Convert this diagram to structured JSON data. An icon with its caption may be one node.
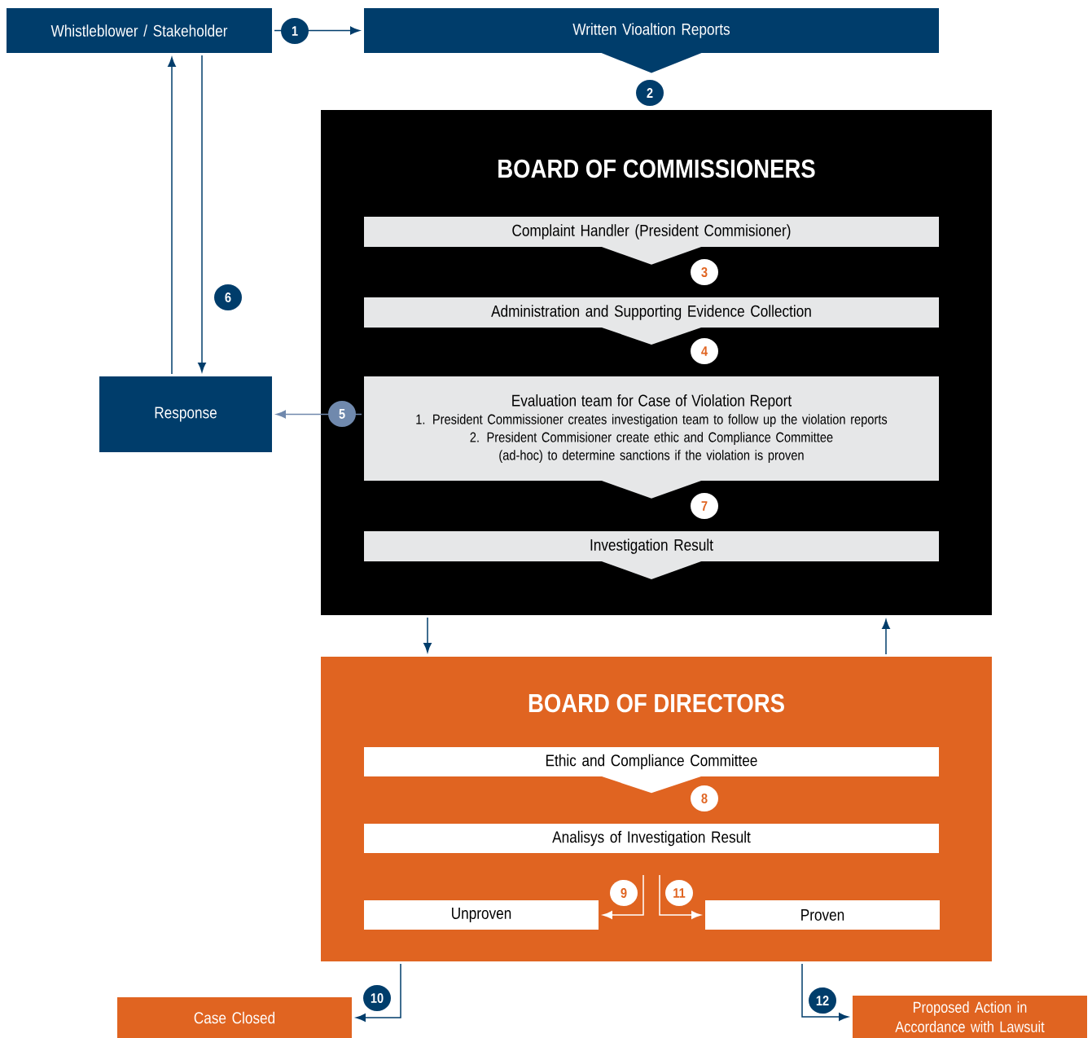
{
  "diagram": {
    "nodes": [
      {
        "text": [
          "Whistleblower / Stakeholder"
        ]
      },
      {
        "text": [
          "Written Vioaltion Reports"
        ]
      },
      {
        "text": [
          "BOARD OF COMMISSIONERS"
        ]
      },
      {
        "text": [
          "Complaint Handler (President Commisioner)"
        ],
        "in": 2
      },
      {
        "text": [
          "Administration and Supporting Evidence Collection"
        ],
        "in": 2
      },
      {
        "text": [
          "Evaluation team for Case of Violation Report",
          "1. President Commissioner creates investigation team to follow up the violation reports",
          "2. President Commisioner create ethic and Compliance Committee (ad-hoc) to determine sanctions if the violation is proven"
        ],
        "in": 2
      },
      {
        "text": [
          "Investigation Result"
        ],
        "in": 2
      },
      {
        "text": [
          "Response"
        ]
      },
      {
        "text": [
          "BOARD OF DIRECTORS"
        ]
      },
      {
        "text": [
          "Ethic and Compliance Committee"
        ],
        "in": 8
      },
      {
        "text": [
          "Analisys of Investigation Result"
        ],
        "in": 8
      },
      {
        "text": [
          "Unproven"
        ],
        "in": 8
      },
      {
        "text": [
          "Proven"
        ],
        "in": 8
      },
      {
        "text": [
          "Case Closed"
        ]
      },
      {
        "text": [
          "Proposed Action in Accordance with Lawsuit"
        ]
      }
    ],
    "edges": [
      {
        "from": 0,
        "to": 1,
        "arrow": "to",
        "label": "1"
      },
      {
        "from": 1,
        "to": 2,
        "arrow": "to",
        "label": "2"
      },
      {
        "from": 3,
        "to": 4,
        "arrow": "to",
        "label": "3",
        "color": "#e6e7e8"
      },
      {
        "from": 4,
        "to": 5,
        "arrow": "to",
        "label": "4",
        "color": "#e6e7e8"
      },
      {
        "from": 5,
        "to": 7,
        "arrow": "to",
        "label": "5",
        "color": "#7089ad"
      },
      {
        "from": 7,
        "to": 0,
        "arrow": "to"
      },
      {
        "from": 0,
        "to": 7,
        "arrow": "to",
        "label": "6"
      },
      {
        "from": 5,
        "to": 6,
        "arrow": "to",
        "label": "7",
        "color": "#e6e7e8"
      },
      {
        "from": 6,
        "to": null,
        "arrow": "to",
        "color": "#e6e7e8"
      },
      {
        "from": 2,
        "to": 8,
        "arrow": "to"
      },
      {
        "from": 8,
        "to": 2,
        "arrow": "to"
      },
      {
        "from": 9,
        "to": 10,
        "arrow": "to",
        "label": "8",
        "color": "#ffffff"
      },
      {
        "from": 10,
        "to": 11,
        "arrow": "to",
        "label": "9",
        "color": "#ffffff"
      },
      {
        "from": 10,
        "to": 12,
        "arrow": "to",
        "label": "11",
        "color": "#ffffff"
      },
      {
        "from": 8,
        "to": 13,
        "arrow": "to",
        "label": "10"
      },
      {
        "from": 8,
        "to": 14,
        "arrow": "to",
        "label": "12"
      }
    ]
  }
}
